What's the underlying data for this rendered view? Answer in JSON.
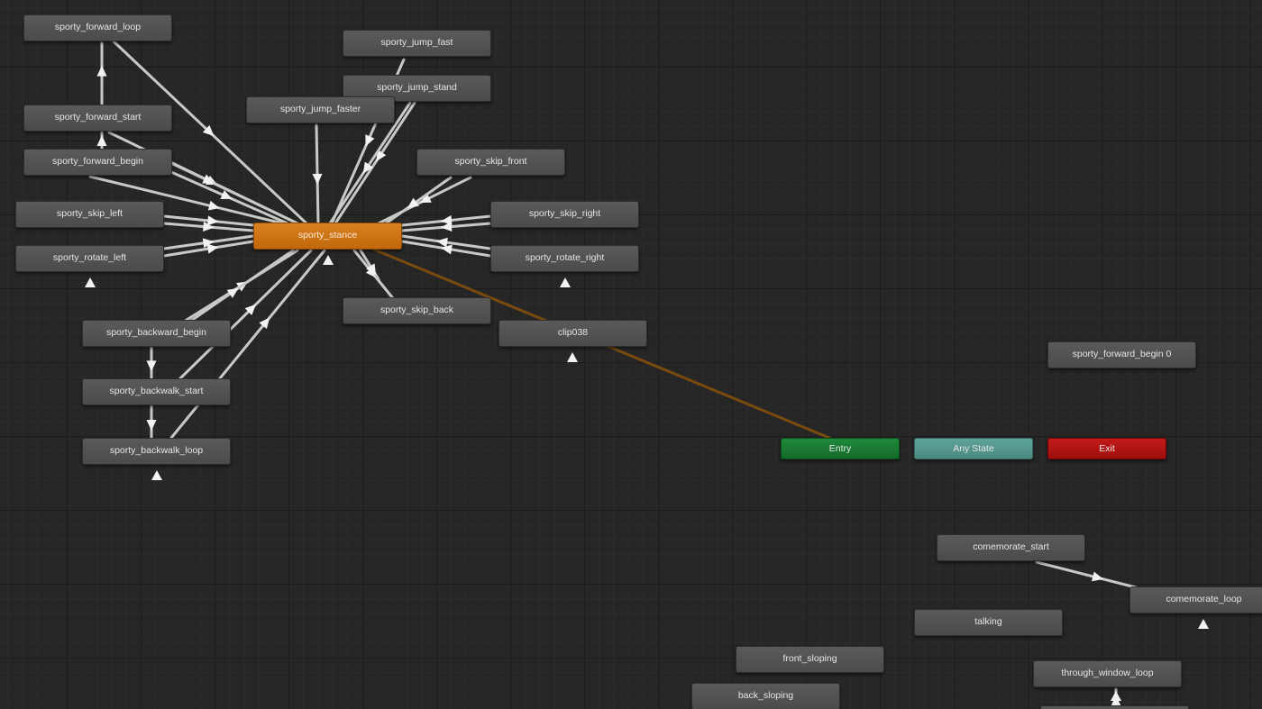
{
  "states": {
    "sporty_forward_loop": "sporty_forward_loop",
    "sporty_jump_fast": "sporty_jump_fast",
    "sporty_jump_stand": "sporty_jump_stand",
    "sporty_jump_faster": "sporty_jump_faster",
    "sporty_forward_start": "sporty_forward_start",
    "sporty_forward_begin": "sporty_forward_begin",
    "sporty_skip_front": "sporty_skip_front",
    "sporty_skip_left": "sporty_skip_left",
    "sporty_skip_right": "sporty_skip_right",
    "sporty_stance": "sporty_stance",
    "sporty_rotate_left": "sporty_rotate_left",
    "sporty_rotate_right": "sporty_rotate_right",
    "sporty_skip_back": "sporty_skip_back",
    "sporty_backward_begin": "sporty_backward_begin",
    "clip038": "clip038",
    "sporty_forward_begin_0": "sporty_forward_begin 0",
    "sporty_backwalk_start": "sporty_backwalk_start",
    "sporty_backwalk_loop": "sporty_backwalk_loop",
    "comemorate_start": "comemorate_start",
    "comemorate_loop": "comemorate_loop",
    "talking": "talking",
    "front_sloping": "front_sloping",
    "through_window_loop": "through_window_loop",
    "back_sloping": "back_sloping"
  },
  "special": {
    "entry": "Entry",
    "any_state": "Any State",
    "exit": "Exit"
  },
  "colors": {
    "default_state": "#c97214",
    "entry": "#1a7d34",
    "any_state": "#559a8f",
    "exit": "#b01414",
    "transition": "#c8c8c8",
    "entry_transition": "#7a4a0e"
  }
}
